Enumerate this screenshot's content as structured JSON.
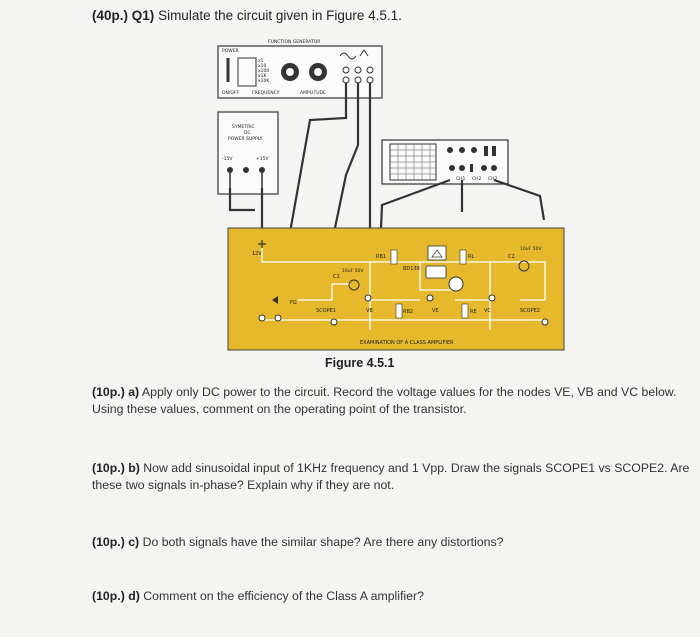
{
  "question": {
    "marks": "(40p.)",
    "number": "Q1)",
    "text": "Simulate the circuit given in Figure 4.5.1."
  },
  "figure": {
    "caption": "Figure 4.5.1",
    "function_generator": {
      "title": "FUNCTION GENERATOR",
      "power": "POWER",
      "on_off": "ON/OFF",
      "frequency": "FREQUENCY",
      "amplitude": "AMPLITUDE",
      "ranges": [
        "x1",
        "x10",
        "x100",
        "x1K",
        "x10K"
      ]
    },
    "power_supply": {
      "title_line1": "SYMETRIC",
      "title_line2": "DC",
      "title_line3": "POWER SUPPLY",
      "neg": "-15V",
      "pos": "+15V"
    },
    "scope_channels": [
      "CH1",
      "CH2",
      "CH2"
    ],
    "board": {
      "supply": "12V",
      "c1": "C1",
      "c1_value": "10uF 50V",
      "rb1": "RB1",
      "rb2": "RB2",
      "transistor": "BD139",
      "rl": "RL",
      "re": "RE",
      "c2": "C2",
      "c2_value": "10uF 50V",
      "fg": "FG",
      "scope1": "SCOPE1",
      "scope2": "SCOPE2",
      "vb": "VB",
      "ve": "VE",
      "vc": "VC",
      "title": "EXAMINATION OF A CLASS AMPLIFIER"
    }
  },
  "parts": [
    {
      "marks": "(10p.)",
      "label": "a)",
      "text": "Apply only DC power to the circuit. Record the voltage values for the nodes VE, VB and VC below. Using these values, comment on the operating point of the transistor."
    },
    {
      "marks": "(10p.)",
      "label": "b)",
      "text": "Now add sinusoidal input of 1KHz frequency and 1 Vpp. Draw the signals SCOPE1 vs SCOPE2. Are these two signals in-phase? Explain why if they are not."
    },
    {
      "marks": "(10p.)",
      "label": "c)",
      "text": "Do both signals have the similar shape? Are there any distortions?"
    },
    {
      "marks": "(10p.)",
      "label": "d)",
      "text": "Comment on the efficiency of the Class A amplifier?"
    }
  ]
}
